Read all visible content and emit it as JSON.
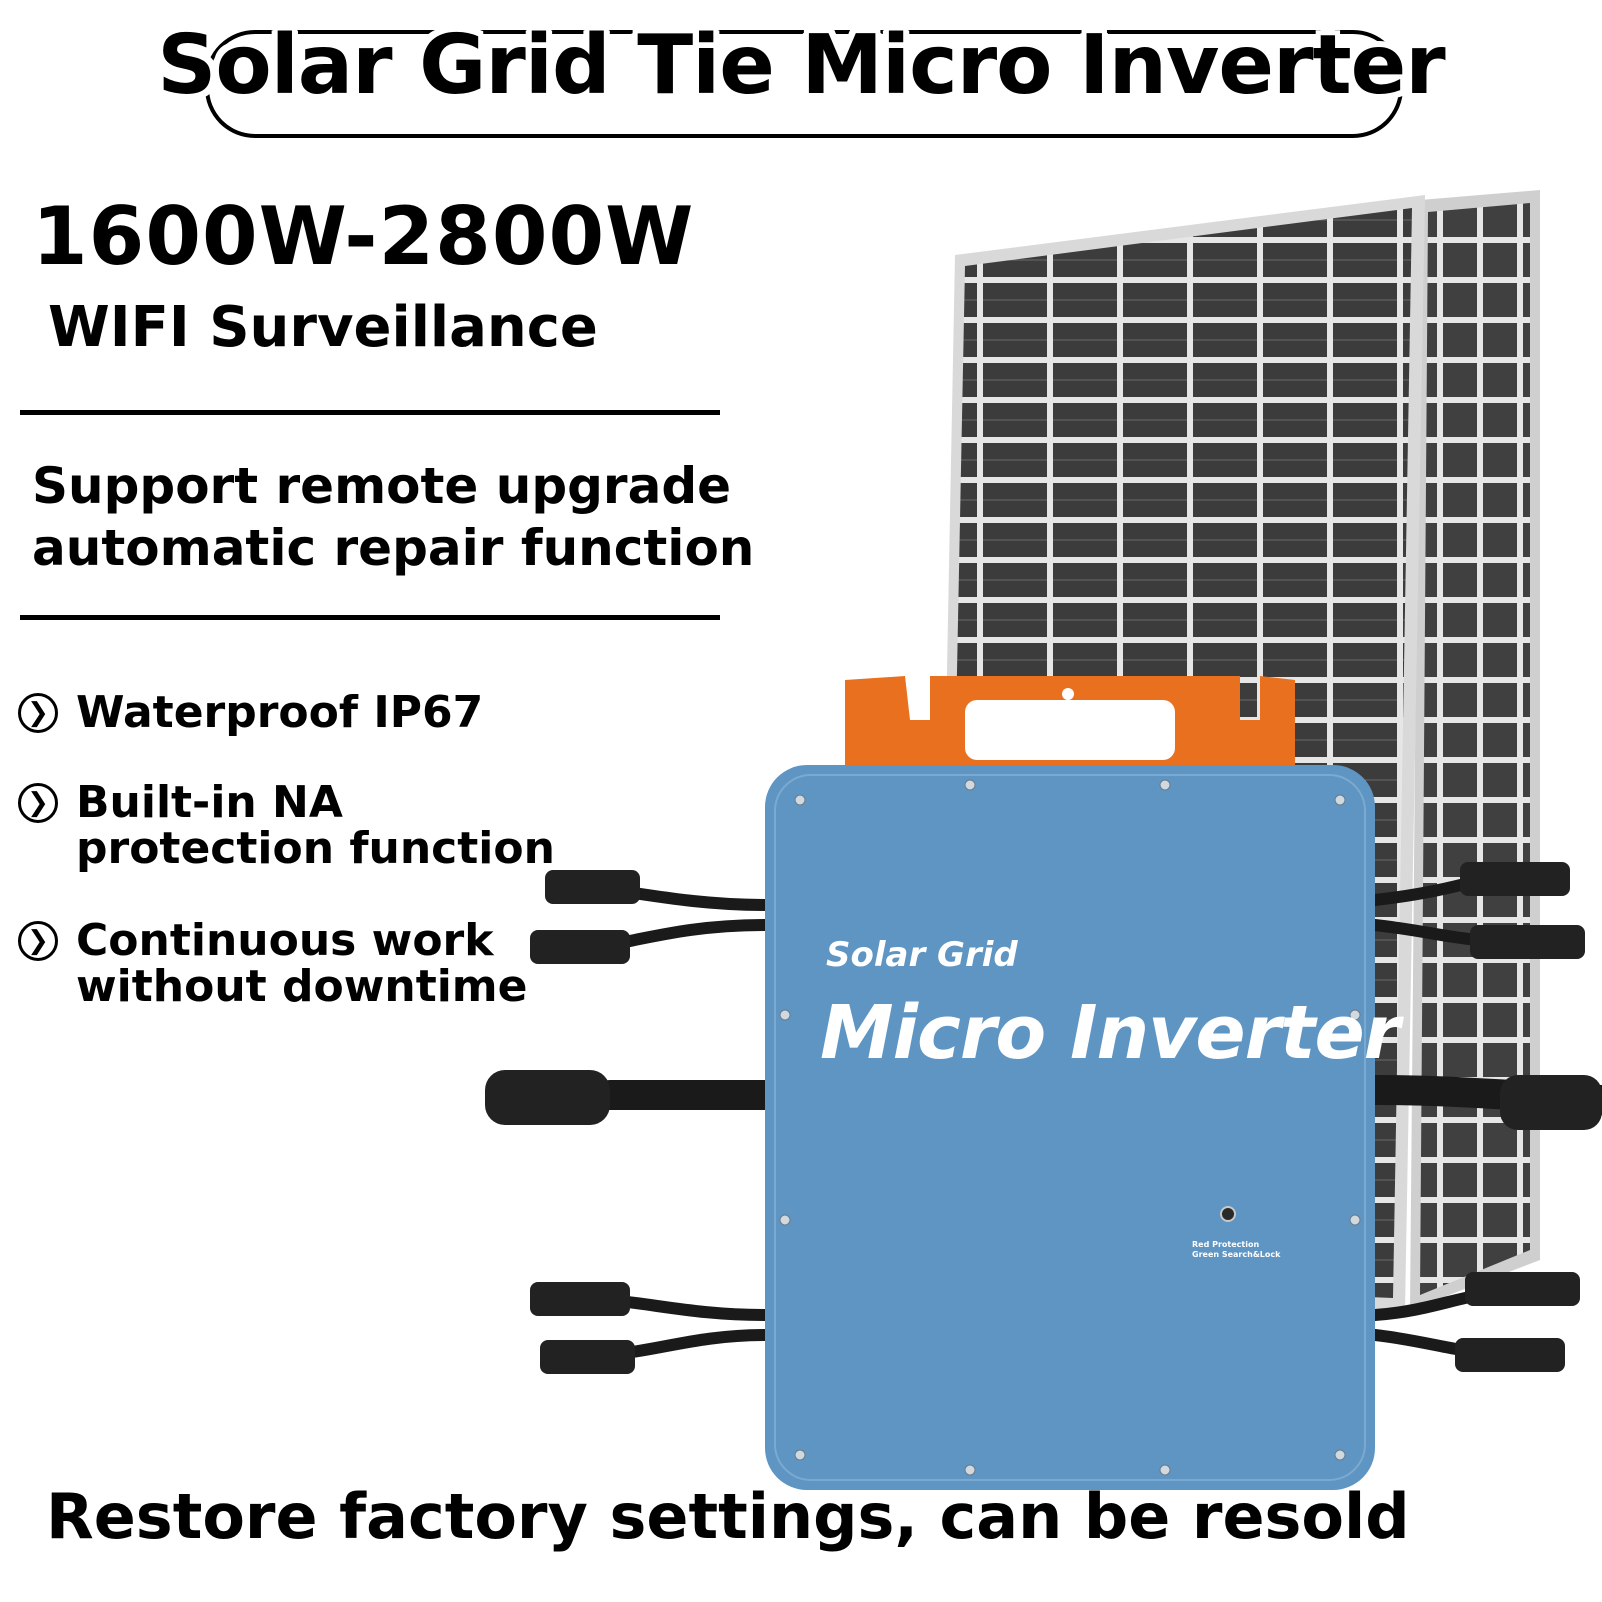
{
  "banner": {
    "title": "Solar Grid Tie Micro Inverter"
  },
  "specs": {
    "power_range": "1600W-2800W",
    "wifi": "WIFI Surveillance",
    "support_line1": "Support remote upgrade",
    "support_line2": "automatic repair function"
  },
  "features": [
    {
      "line1": "Waterproof IP67",
      "line2": ""
    },
    {
      "line1": "Built-in NA",
      "line2": "protection function"
    },
    {
      "line1": "Continuous work",
      "line2": "without downtime"
    }
  ],
  "device": {
    "label_small": "Solar Grid",
    "label_large": "Micro Inverter",
    "led_label_1": "Red Protection",
    "led_label_2": "Green Search&Lock"
  },
  "footer": {
    "text": "Restore factory settings, can be resold"
  },
  "colors": {
    "inverter_body": "#5f95c2",
    "bracket": "#e8701f",
    "panel_cell": "#3a3a3a",
    "panel_frame": "#d8d8d8",
    "text": "#000000"
  },
  "icons": [
    "chevron-right-icon"
  ]
}
